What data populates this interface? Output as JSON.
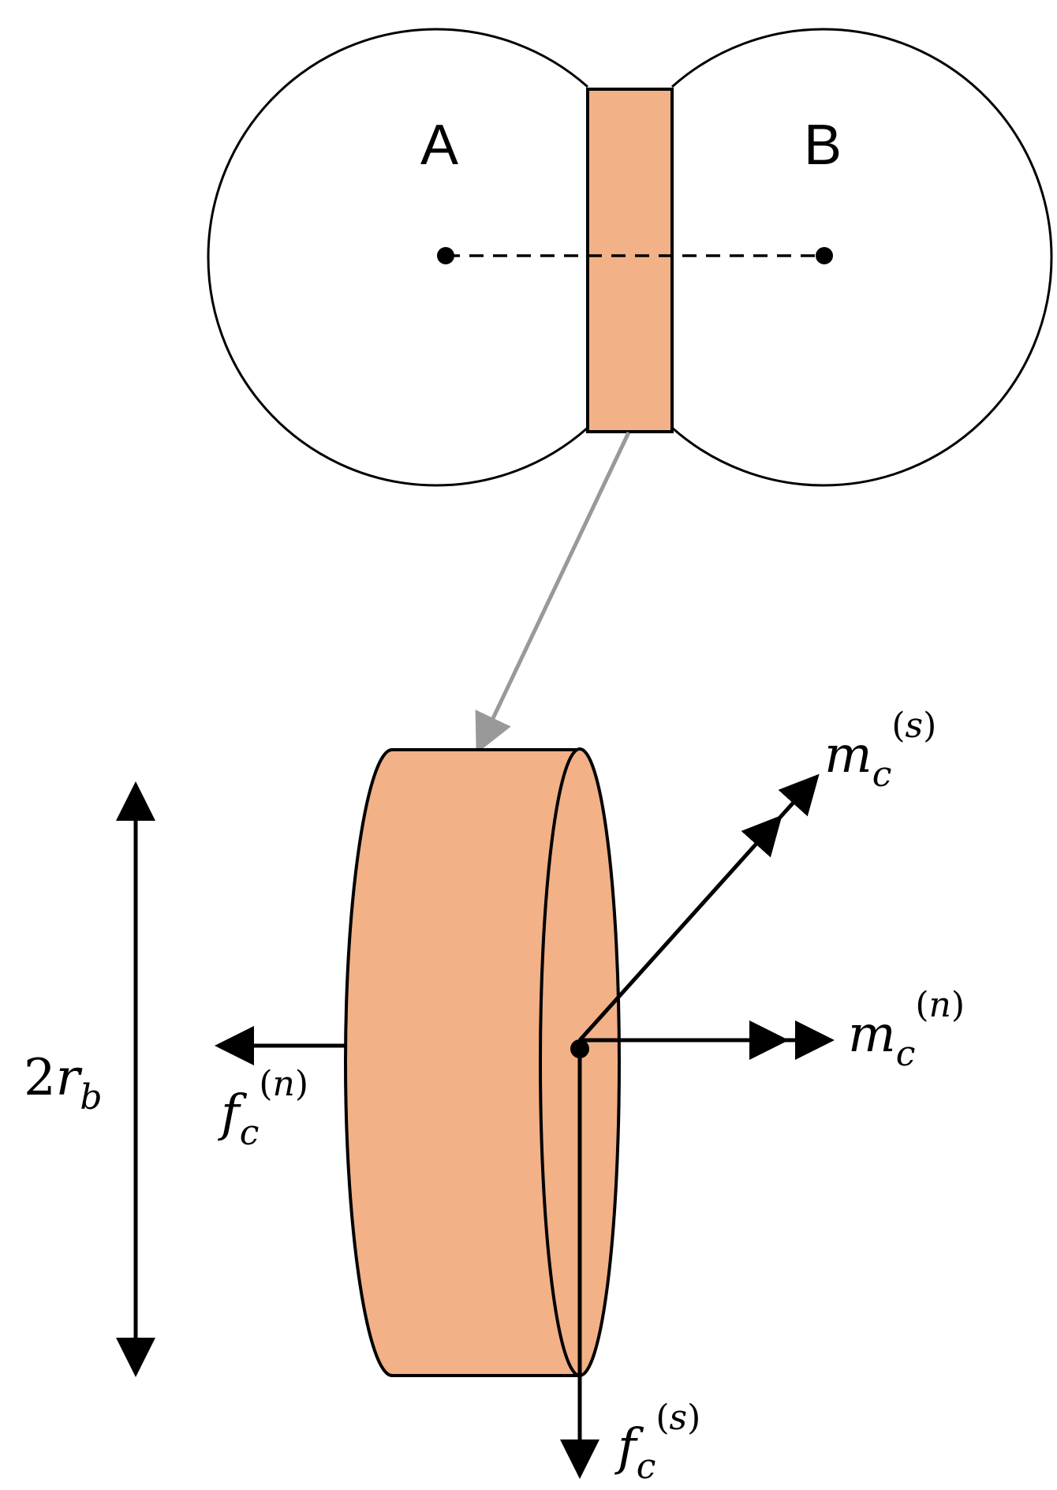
{
  "particles": {
    "a_label": "A",
    "b_label": "B"
  },
  "labels": {
    "diameter": {
      "coef": "2",
      "base": "r",
      "sub": "b"
    },
    "force_normal": {
      "base": "f",
      "sub": "c",
      "sup_open": "(",
      "sup": "n",
      "sup_close": ")"
    },
    "force_shear": {
      "base": "f",
      "sub": "c",
      "sup_open": "(",
      "sup": "s",
      "sup_close": ")"
    },
    "moment_normal": {
      "base": "m",
      "sub": "c",
      "sup_open": "(",
      "sup": "n",
      "sup_close": ")"
    },
    "moment_shear": {
      "base": "m",
      "sub": "c",
      "sup_open": "(",
      "sup": "s",
      "sup_close": ")"
    }
  },
  "colors": {
    "bond_fill": "#F2B187",
    "stroke": "#000000",
    "link_arrow": "#999999"
  }
}
